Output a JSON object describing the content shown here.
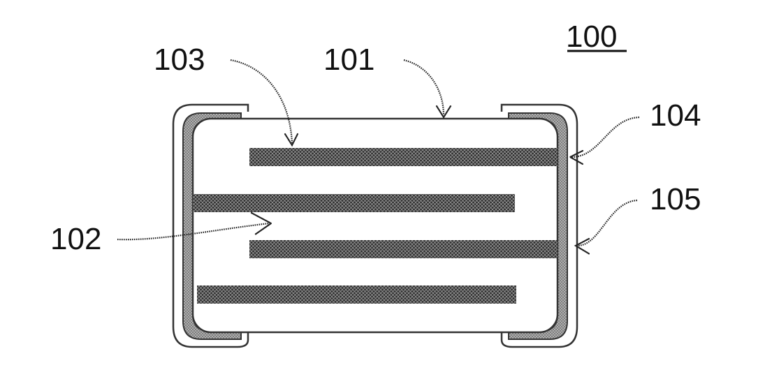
{
  "figure": {
    "reference_labels": {
      "device": "100",
      "body": "101",
      "inner_electrode_a": "102",
      "inner_electrode_b": "103",
      "external_electrode_inner_layer": "104",
      "external_electrode_outer_layer": "105"
    },
    "colors": {
      "background": "#ffffff",
      "outline": "#333333",
      "hatch_dark": "#3a3a3a",
      "hatch_light": "#9a9a9a"
    }
  }
}
